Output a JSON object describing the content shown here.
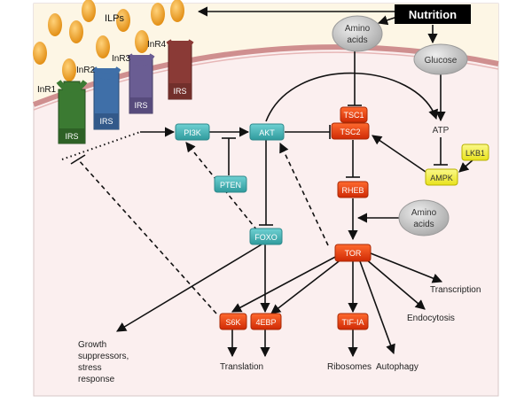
{
  "nodes": {
    "nutrition": "Nutrition",
    "amino_acids_top": [
      "Amino",
      "acids"
    ],
    "glucose": "Glucose",
    "atp": "ATP",
    "lkb1": "LKB1",
    "ampk": "AMPK",
    "amino_acids_mid": [
      "Amino",
      "acids"
    ],
    "tsc1": "TSC1",
    "tsc2": "TSC2",
    "rheb": "RHEB",
    "tor": "TOR",
    "akt": "AKT",
    "pi3k": "PI3K",
    "pten": "PTEN",
    "foxo": "FOXO",
    "s6k": "S6K",
    "4ebp": "4EBP",
    "tifia": "TIF-IA"
  },
  "receptors": {
    "ilps": "ILPs",
    "labels": [
      "InR1",
      "InR2",
      "InR3",
      "InR4"
    ],
    "irs": "IRS"
  },
  "outputs": {
    "transcription": "Transcription",
    "endocytosis": "Endocytosis",
    "translation": "Translation",
    "ribosomes": "Ribosomes",
    "autophagy": "Autophagy",
    "growth": [
      "Growth",
      "suppressors,",
      "stress",
      "response"
    ]
  },
  "colors": {
    "cyto_bg": "#fbefef",
    "extracell_bg": "#fdf6e5",
    "membrane": "#cf8f8f",
    "ilp_orange": "#f0a21f",
    "teal": "#4cb6b8",
    "teal_dark": "#2f8a8c",
    "red": "#e33a0c",
    "red_dark": "#a92a06",
    "yellow": "#f7f23a",
    "gray_node": "#c9c9c9",
    "inr1": "#3b7a32",
    "inr2": "#3f6fa8",
    "inr3": "#6a5d93",
    "inr4": "#8a3a36"
  }
}
